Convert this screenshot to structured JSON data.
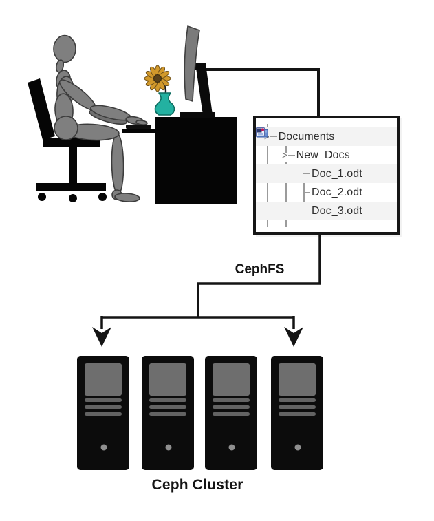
{
  "labels": {
    "cephfs": "CephFS",
    "ceph_cluster": "Ceph Cluster"
  },
  "file_tree": {
    "expander_glyph": ">",
    "items": [
      {
        "label": "Documents",
        "type": "folder",
        "level": 0
      },
      {
        "label": "New_Docs",
        "type": "folder",
        "level": 1
      },
      {
        "label": "Doc_1.odt",
        "type": "odt-document",
        "level": 2
      },
      {
        "label": "Doc_2.odt",
        "type": "odt-document",
        "level": 2
      },
      {
        "label": "Doc_3.odt",
        "type": "odt-document",
        "level": 2
      }
    ]
  },
  "cluster": {
    "server_count": 4
  },
  "illustration": {
    "scene": "person seated on office chair typing at desk with monitor and flower vase",
    "connection": "workstation file tree connects via CephFS to Ceph Cluster of 4 server towers"
  },
  "colors": {
    "line_black": "#141414",
    "person_gray": "#7f7f7f",
    "monitor_gray": "#7b7b7b",
    "vase_teal": "#23b1a1",
    "flower_gold": "#d2992b",
    "flower_center_brown": "#5a421a",
    "folder_blue": "#6a90d2",
    "doc_navy": "#2c3a6e",
    "doc_red": "#c2185b",
    "server_black": "#0c0c0c",
    "server_panel_gray": "#6e6e6e",
    "led_gray": "#8f8f8f",
    "tree_line_gray": "#9b9b9b",
    "stripe_gray": "#f3f3f3"
  }
}
